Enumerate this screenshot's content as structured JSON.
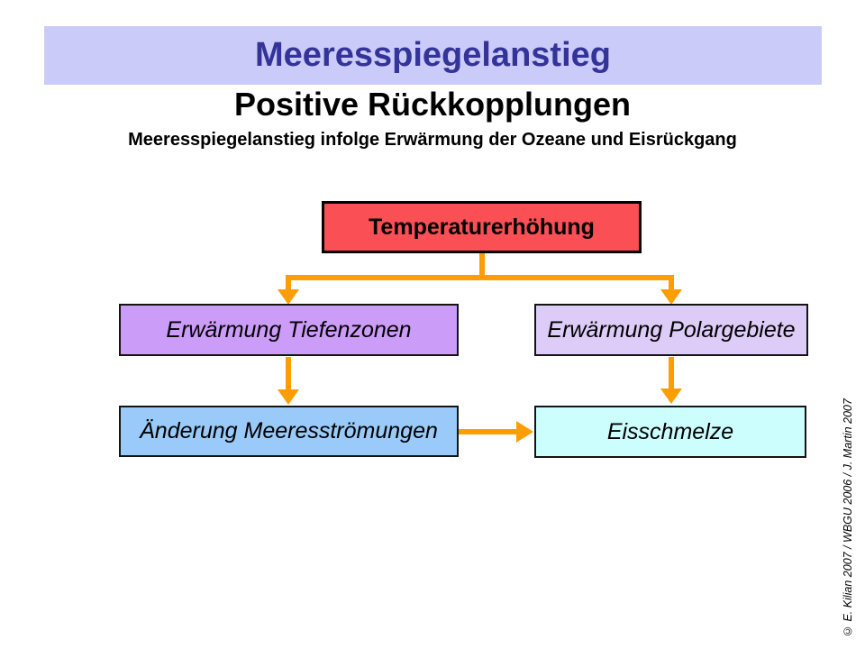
{
  "slide": {
    "banner_title": "Meeresspiegelanstieg",
    "subtitle": "Positive Rückkopplungen",
    "description": "Meeresspiegelanstieg infolge Erwärmung der Ozeane und Eisrückgang",
    "copyright": "© E. Kilian 2007 / WBGU 2006 / J. Martin 2007"
  },
  "diagram": {
    "nodes": [
      {
        "id": "temperaturerhoehung",
        "label": "Temperaturerhöhung",
        "fill": "#FA4F55",
        "text_style": "bold"
      },
      {
        "id": "erwaermung-tiefenzonen",
        "label": "Erwärmung Tiefenzonen",
        "fill": "#CC9CF9",
        "text_style": "italic"
      },
      {
        "id": "erwaermung-polargebiete",
        "label": "Erwärmung Polargebiete",
        "fill": "#DDCCF7",
        "text_style": "italic"
      },
      {
        "id": "aenderung-meeresstroemungen",
        "label": "Änderung Meeresströmungen",
        "fill": "#99CAF9",
        "text_style": "italic"
      },
      {
        "id": "eisschmelze",
        "label": "Eisschmelze",
        "fill": "#CCFEFE",
        "text_style": "italic"
      }
    ],
    "edges": [
      {
        "from": "temperaturerhoehung",
        "to": "erwaermung-tiefenzonen"
      },
      {
        "from": "temperaturerhoehung",
        "to": "erwaermung-polargebiete"
      },
      {
        "from": "erwaermung-tiefenzonen",
        "to": "aenderung-meeresstroemungen"
      },
      {
        "from": "erwaermung-polargebiete",
        "to": "eisschmelze"
      },
      {
        "from": "aenderung-meeresstroemungen",
        "to": "eisschmelze"
      }
    ]
  },
  "colors": {
    "banner_bg": "#CBCBF9",
    "banner_text": "#333399",
    "arrow": "#FC9E03",
    "node_border": "#141414",
    "root_node_border": "#000000"
  }
}
